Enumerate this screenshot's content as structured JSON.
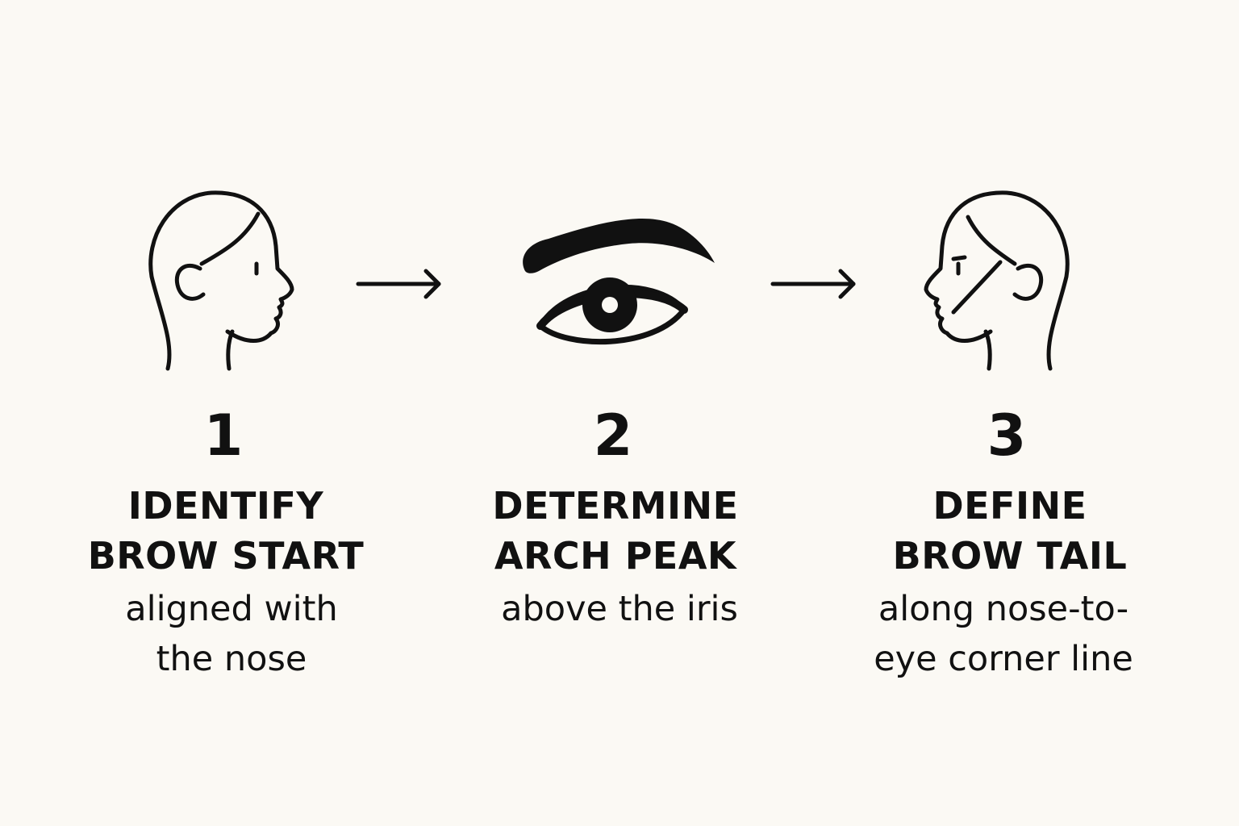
{
  "steps": [
    {
      "number": "1",
      "title_line1": "IDENTIFY",
      "title_line2": "BROW START",
      "desc_line1": "aligned with",
      "desc_line2": "the nose",
      "icon": "head-profile-right-icon"
    },
    {
      "number": "2",
      "title_line1": "DETERMINE",
      "title_line2": "ARCH PEAK",
      "desc_line1": "above the iris",
      "desc_line2": "",
      "icon": "eye-with-brow-icon"
    },
    {
      "number": "3",
      "title_line1": "DEFINE",
      "title_line2": "BROW TAIL",
      "desc_line1": "along nose-to-",
      "desc_line2": "eye corner line",
      "icon": "head-profile-left-guideline-icon"
    }
  ],
  "arrows": [
    "arrow-right-icon",
    "arrow-right-icon"
  ],
  "colors": {
    "background": "#fbf9f4",
    "ink": "#111111"
  }
}
